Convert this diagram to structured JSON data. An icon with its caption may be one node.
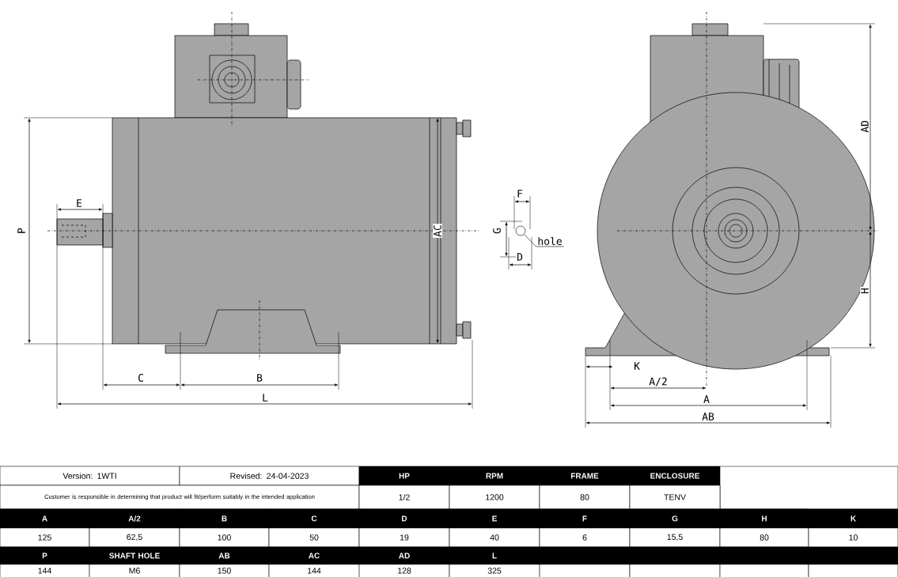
{
  "diagram": {
    "nodes": [
      {
        "text": [
          "hole"
        ]
      },
      {
        "text": [],
        "shape": "circle"
      }
    ],
    "edges": [
      {
        "from": 0,
        "to": 1,
        "arrow": "none"
      }
    ],
    "labels": [
      "E",
      "P",
      "C",
      "B",
      "L",
      "AC",
      "F",
      "G",
      "D",
      "AD",
      "H",
      "K",
      "A/2",
      "A",
      "AB",
      "Version: 1WTI",
      "Revised: 24-04-2023",
      "HP",
      "RPM",
      "FRAME",
      "ENCLOSURE",
      "Customer is responsible in determining that product will fit/perform suitably in the intended application",
      "1/2",
      "1200",
      "80",
      "TENV",
      "A",
      "A/2",
      "B",
      "C",
      "D",
      "E",
      "F",
      "G",
      "H",
      "K",
      "125",
      "62,5",
      "100",
      "50",
      "19",
      "40",
      "6",
      "15,5",
      "80",
      "10",
      "P",
      "SHAFT HOLE",
      "AB",
      "AC",
      "AD",
      "L",
      "144",
      "M6",
      "150",
      "144",
      "128",
      "325"
    ]
  }
}
